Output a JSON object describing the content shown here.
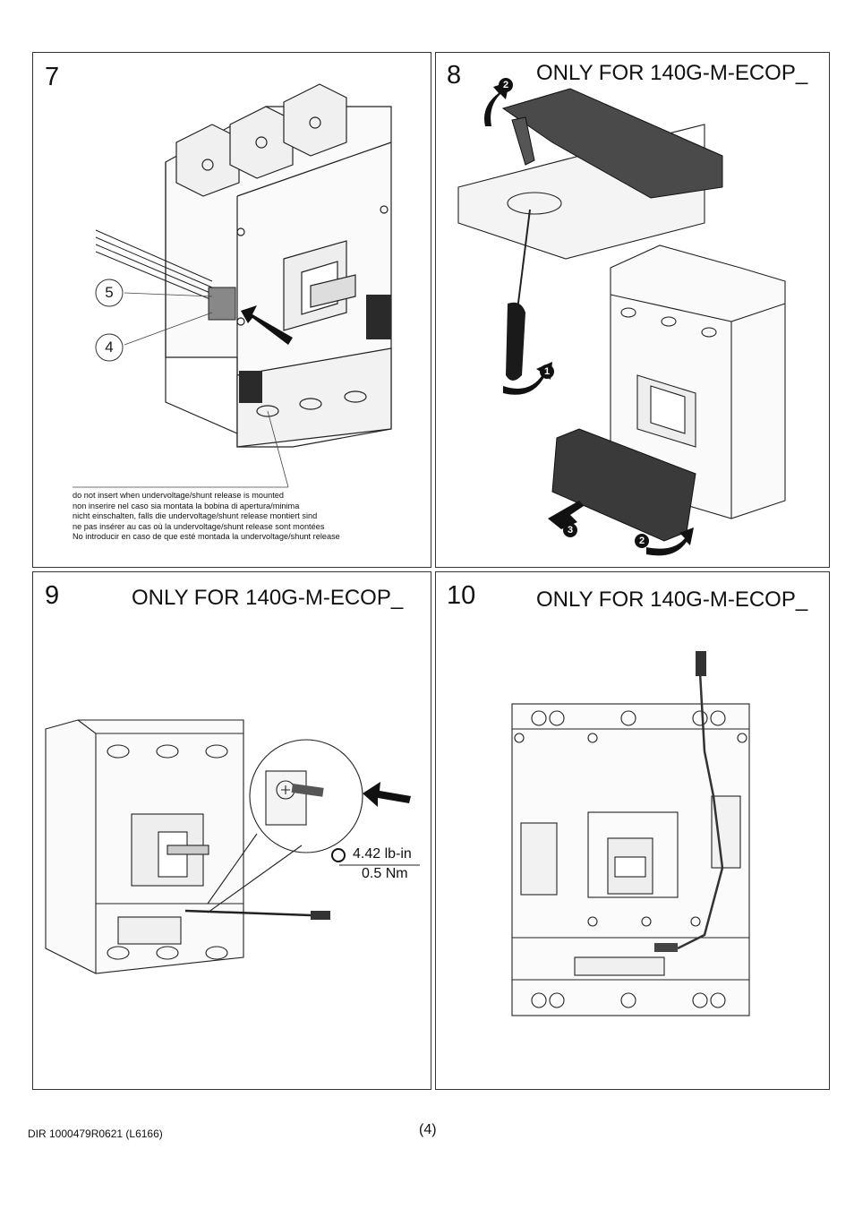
{
  "panels": [
    {
      "number": "7",
      "title": ""
    },
    {
      "number": "8",
      "title": "ONLY FOR 140G-M-ECOP_"
    },
    {
      "number": "9",
      "title": "ONLY FOR 140G-M-ECOP_"
    },
    {
      "number": "10",
      "title": "ONLY FOR 140G-M-ECOP_"
    }
  ],
  "panel7": {
    "callouts": [
      "5",
      "4"
    ],
    "warning_lines": [
      "do not insert when undervoltage/shunt release is mounted",
      "non inserire nel caso sia montata la bobina di apertura/minima",
      "nicht einschalten, falls die undervoltage/shunt release montiert sind",
      "ne pas insérer au cas où la undervoltage/shunt release sont montées",
      "No introducir en caso de que esté montada la undervoltage/shunt release"
    ]
  },
  "panel8": {
    "steps": [
      "2",
      "1",
      "3",
      "2"
    ]
  },
  "panel9": {
    "torque_imperial": "4.42 lb-in",
    "torque_metric": "0.5 Nm"
  },
  "footer": {
    "doc_ref": "DIR 1000479R0621 (L6166)",
    "page": "(4)"
  }
}
